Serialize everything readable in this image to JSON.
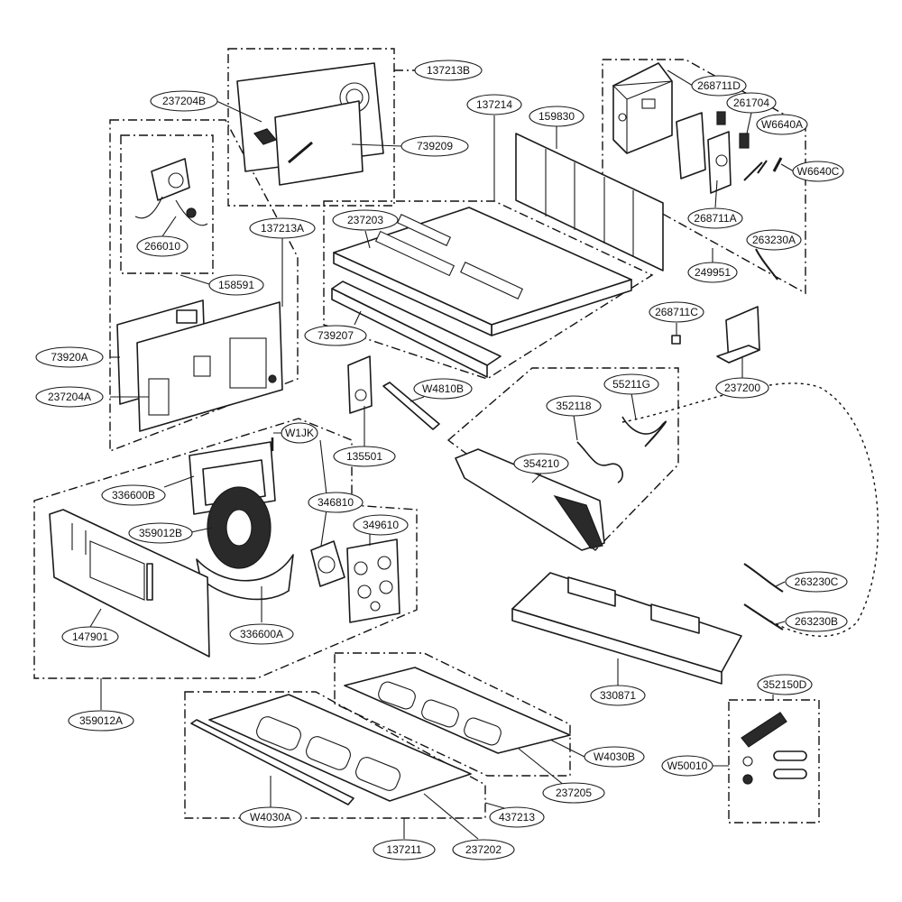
{
  "parts": [
    "137213B",
    "237204B",
    "739209",
    "137214",
    "159830",
    "268711D",
    "261704",
    "W6640A",
    "W6640C",
    "268711A",
    "263230A",
    "249951",
    "237203",
    "739207",
    "268711C",
    "237200",
    "137213A",
    "266010",
    "158591",
    "73920A",
    "237204A",
    "W4810B",
    "135501",
    "55211G",
    "352118",
    "354210",
    "W1JK",
    "336600B",
    "346810",
    "349610",
    "359012B",
    "263230C",
    "263230B",
    "147901",
    "336600A",
    "330871",
    "359012A",
    "352150D",
    "W50010",
    "W4030B",
    "237205",
    "437213",
    "W4030A",
    "137211",
    "237202"
  ]
}
